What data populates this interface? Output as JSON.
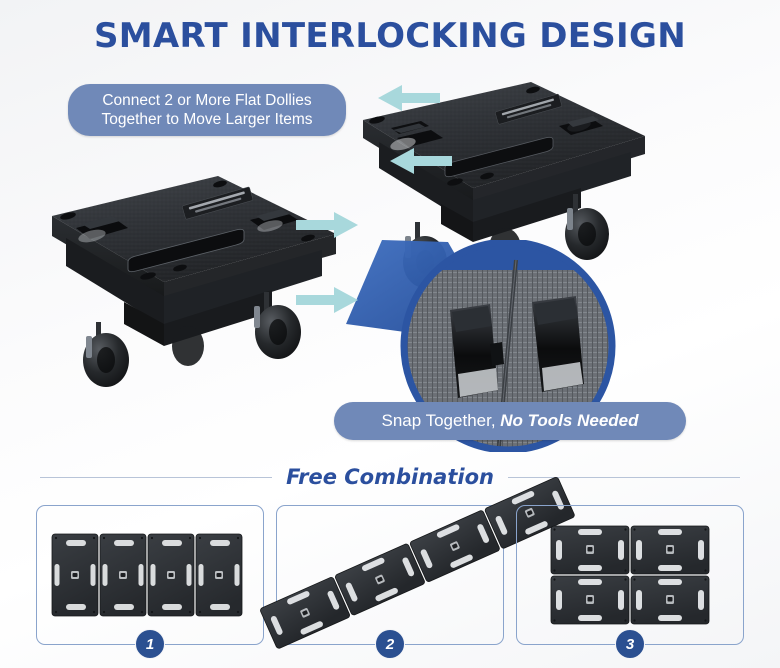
{
  "title": "SMART INTERLOCKING DESIGN",
  "colors": {
    "title_blue": "#2B4F9E",
    "pill_blue": "#7089B8",
    "arrow_teal": "#A8D8DC",
    "panel_border": "#8AA4CC",
    "badge_blue": "#2B5091",
    "magnifier_blue": "#2C55A3",
    "dolly_black": "#2B2D30"
  },
  "hero": {
    "callout_top": "Connect 2 or More Flat Dollies Together to Move Larger Items",
    "callout_top_line1": "Connect 2 or More Flat Dollies",
    "callout_top_line2": "Together to Move Larger Items",
    "callout_bottom_plain": "Snap Together,",
    "callout_bottom_emphasis": "No Tools Needed",
    "arrows": [
      {
        "name": "arrow-right-upper",
        "direction": "right"
      },
      {
        "name": "arrow-right-lower",
        "direction": "right"
      },
      {
        "name": "arrow-left-upper",
        "direction": "left"
      },
      {
        "name": "arrow-left-lower",
        "direction": "left"
      }
    ],
    "dollies": [
      {
        "name": "dolly-left",
        "position": "front-left"
      },
      {
        "name": "dolly-right",
        "position": "back-right"
      }
    ],
    "magnifier_caption": "interlocking slot detail"
  },
  "free_combination": {
    "label": "Free Combination",
    "panels": [
      {
        "badge": "1",
        "layout": "row-of-four",
        "count": 4
      },
      {
        "badge": "2",
        "layout": "diagonal-row-of-four",
        "count": 4
      },
      {
        "badge": "3",
        "layout": "two-by-two-grid",
        "count": 4
      }
    ]
  }
}
